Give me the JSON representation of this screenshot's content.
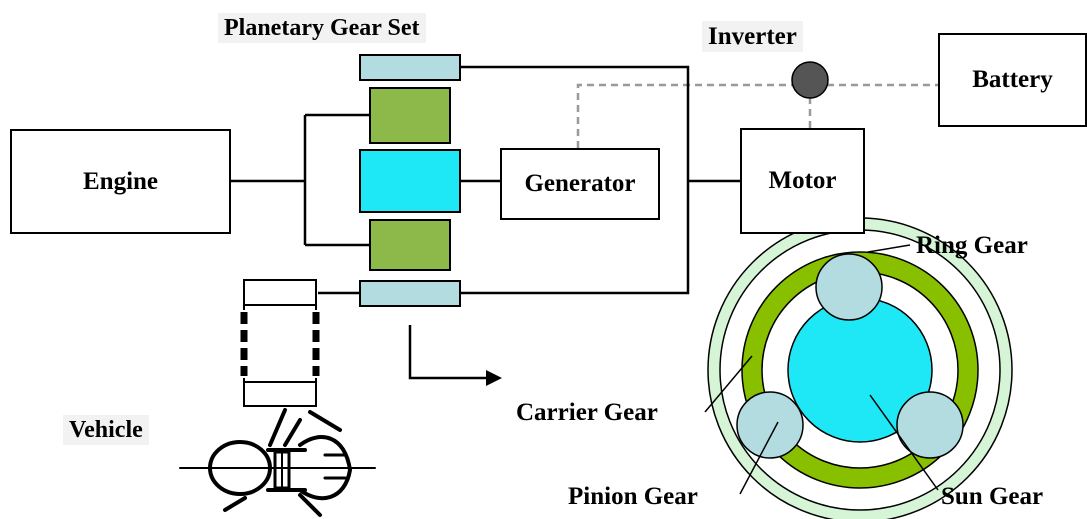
{
  "labels": {
    "planetary_gear_set": "Planetary Gear Set",
    "inverter": "Inverter",
    "battery": "Battery",
    "engine": "Engine",
    "generator": "Generator",
    "motor": "Motor",
    "vehicle": "Vehicle",
    "ring_gear": "Ring Gear",
    "carrier_gear": "Carrier Gear",
    "pinion_gear": "Pinion Gear",
    "sun_gear": "Sun Gear"
  },
  "colors": {
    "ring_blue": "#b3dce0",
    "carrier_green": "#8db84a",
    "sun_cyan": "#1ee8f5",
    "ring_light_green": "#d6f5d6",
    "carrier_bright_green": "#88c000",
    "inverter_node": "#555555",
    "dashed_wire": "#999999"
  }
}
